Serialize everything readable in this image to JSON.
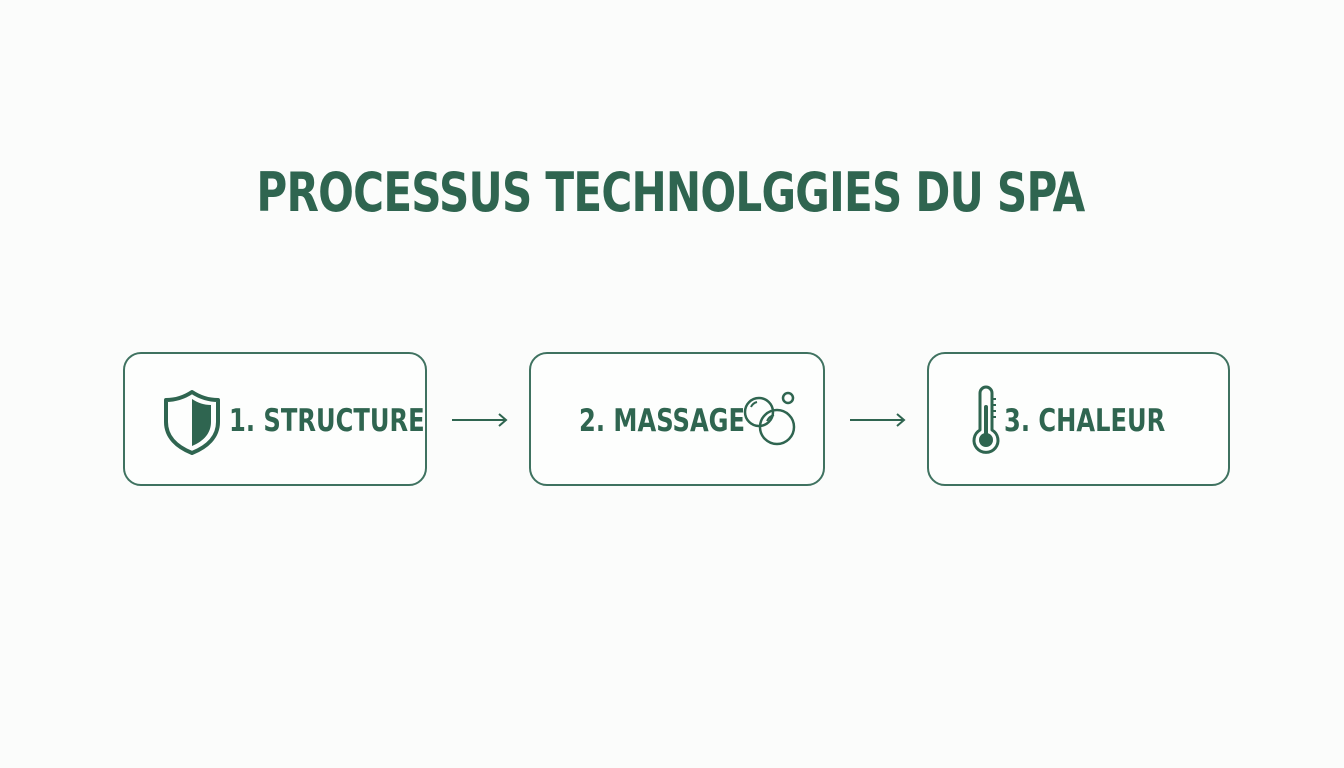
{
  "title": "PROCESSUS TECHNOLGGIES DU SPA",
  "steps": [
    {
      "label": "1. STRUCTURE",
      "icon": "shield-icon"
    },
    {
      "label": "2. MASSAGE",
      "icon": "bubbles-icon"
    },
    {
      "label": "3. CHALEUR",
      "icon": "thermometer-icon"
    }
  ],
  "connectors": [
    "arrow-right-icon",
    "arrow-right-icon"
  ],
  "colors": {
    "primary": "#2f6550",
    "border": "#3f7260",
    "background": "#fbfcfb"
  }
}
